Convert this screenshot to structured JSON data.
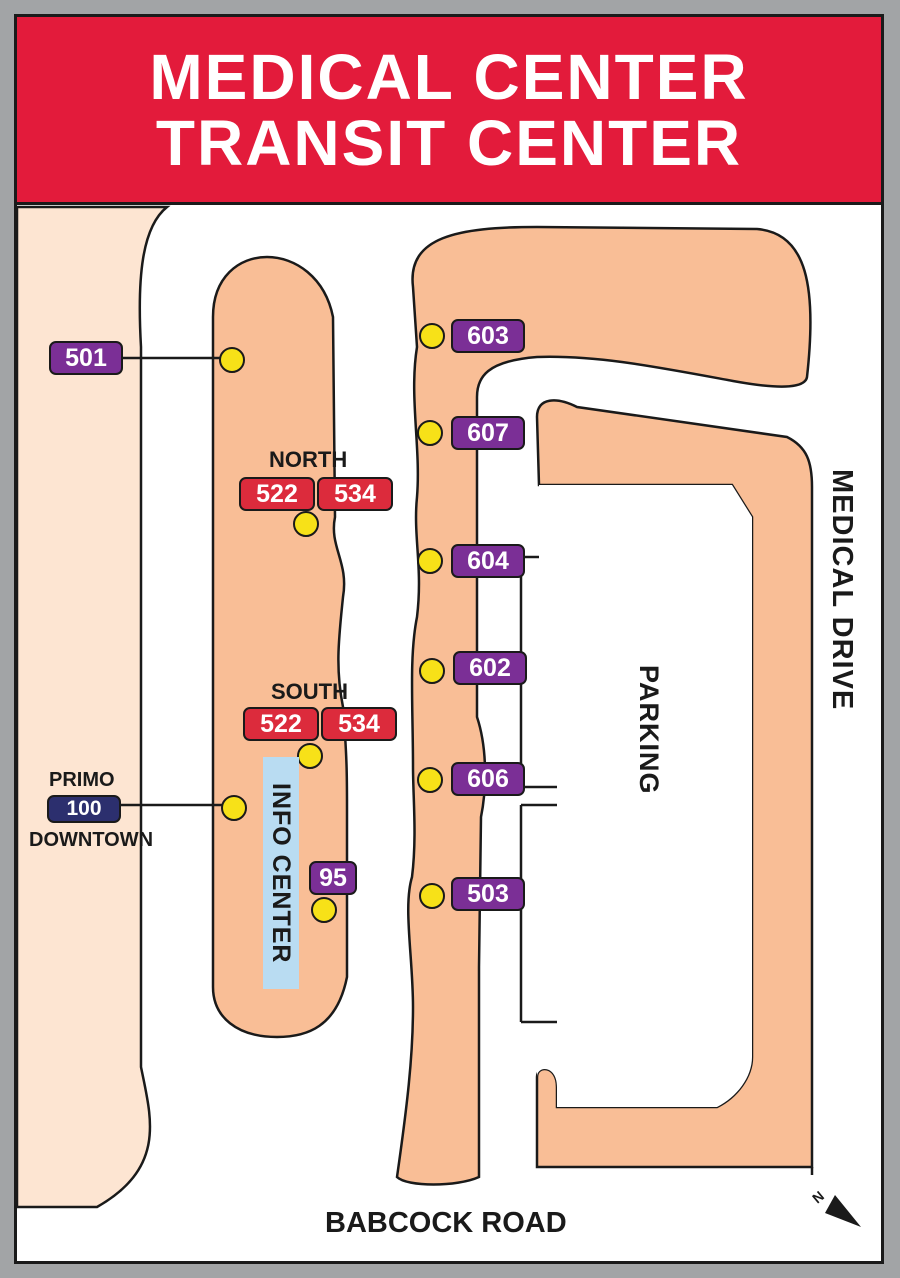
{
  "title": {
    "line1": "MEDICAL CENTER",
    "line2": "TRANSIT CENTER"
  },
  "colors": {
    "banner": "#e31b3b",
    "platform": "#f9be96",
    "lane": "#fde5d2",
    "route_purple": "#7b2f96",
    "route_red": "#dc2b3c",
    "route_navy": "#2c2f6e",
    "stop": "#f7e118",
    "info_center": "#b9dcf2"
  },
  "streets": {
    "bottom": "BABCOCK ROAD",
    "right": "MEDICAL DRIVE"
  },
  "areas": {
    "parking": "PARKING",
    "info_center": "INFO CENTER"
  },
  "stop_groups": {
    "north": "NORTH",
    "south": "SOUTH"
  },
  "routes": {
    "r501": "501",
    "r603": "603",
    "r607": "607",
    "r604": "604",
    "r602": "602",
    "r606": "606",
    "r503": "503",
    "r95": "95",
    "north_522": "522",
    "north_534": "534",
    "south_522": "522",
    "south_534": "534",
    "primo_100": "100"
  },
  "primo": {
    "label_top": "PRIMO",
    "label_bottom": "DOWNTOWN"
  },
  "compass": {
    "label": "N",
    "icon": "north-arrow-icon"
  }
}
